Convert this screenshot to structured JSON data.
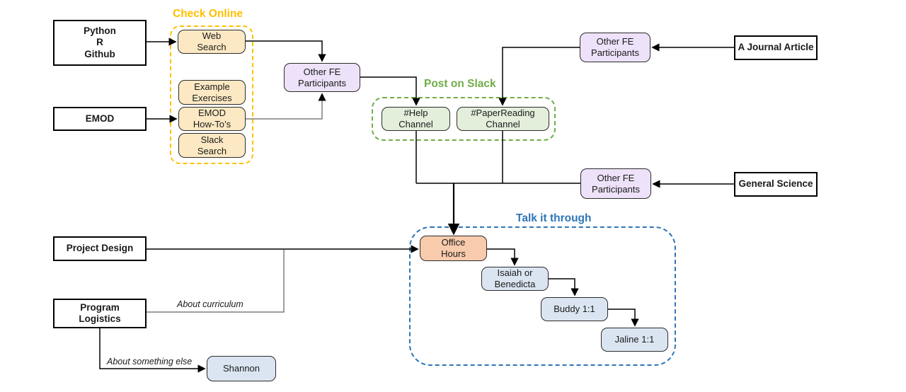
{
  "diagram": {
    "groups": {
      "check_online": {
        "title": "Check Online",
        "accent": "#FFC000"
      },
      "post_on_slack": {
        "title": "Post on Slack",
        "accent": "#70AD47"
      },
      "talk_it_through": {
        "title": "Talk it through",
        "accent": "#2E75B6"
      }
    },
    "nodes": {
      "python_r_github": {
        "label": "Python\nR\nGithub"
      },
      "emod": {
        "label": "EMOD"
      },
      "web_search": {
        "label": "Web\nSearch"
      },
      "example_exercises": {
        "label": "Example\nExercises"
      },
      "emod_how_tos": {
        "label": "EMOD\nHow-To’s"
      },
      "slack_search": {
        "label": "Slack\nSearch"
      },
      "other_fe_participants_center": {
        "label": "Other FE\nParticipants"
      },
      "other_fe_participants_top_right": {
        "label": "Other FE\nParticipants"
      },
      "other_fe_participants_mid_right": {
        "label": "Other FE\nParticipants"
      },
      "help_channel": {
        "label": "#Help\nChannel"
      },
      "paper_reading_channel": {
        "label": "#PaperReading\nChannel"
      },
      "a_journal_article": {
        "label": "A Journal Article"
      },
      "general_science": {
        "label": "General Science"
      },
      "project_design": {
        "label": "Project Design"
      },
      "program_logistics": {
        "label": "Program\nLogistics"
      },
      "office_hours": {
        "label": "Office\nHours"
      },
      "isaiah_or_benedicta": {
        "label": "Isaiah or\nBenedicta"
      },
      "buddy_one_on_one": {
        "label": "Buddy 1:1"
      },
      "jaline_one_on_one": {
        "label": "Jaline 1:1"
      },
      "shannon": {
        "label": "Shannon"
      }
    },
    "edge_labels": {
      "about_curriculum": "About curriculum",
      "about_something_else": "About something else"
    },
    "colors": {
      "yellow_node_fill": "#FCE9C3",
      "purple_node_fill": "#EDE2F9",
      "green_node_fill": "#E3EFDB",
      "orange_node_fill": "#F8CBAD",
      "blue_node_fill": "#DBE5F2",
      "connector_black": "#000000",
      "connector_gray": "#7F7F7F"
    }
  }
}
